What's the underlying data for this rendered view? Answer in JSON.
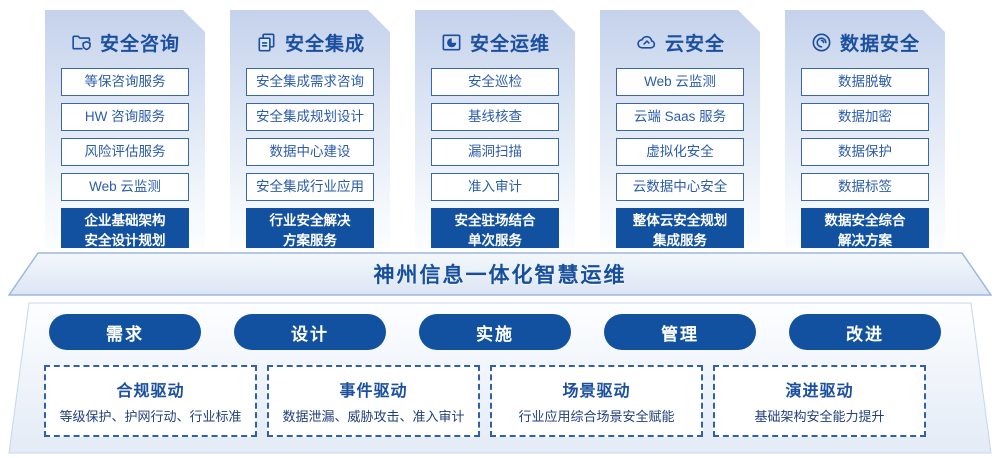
{
  "brand_colors": {
    "primary_blue": "#11519F",
    "title_blue": "#1B4FA0",
    "item_text_blue": "#2B5CAB",
    "card_gradient_top": "#C5D2EC"
  },
  "pillars": [
    {
      "title": "安全咨询",
      "icon": "folder-shield-icon",
      "items": [
        "等保咨询服务",
        "HW 咨询服务",
        "风险评估服务",
        "Web 云监测"
      ],
      "footer_lines": [
        "企业基础架构",
        "安全设计规划"
      ]
    },
    {
      "title": "安全集成",
      "icon": "document-copy-icon",
      "items": [
        "安全集成需求咨询",
        "安全集成规划设计",
        "数据中心建设",
        "安全集成行业应用"
      ],
      "footer_lines": [
        "行业安全解决",
        "方案服务"
      ]
    },
    {
      "title": "安全运维",
      "icon": "folder-chart-icon",
      "items": [
        "安全巡检",
        "基线核查",
        "漏洞扫描",
        "准入审计"
      ],
      "footer_lines": [
        "安全驻场结合",
        "单次服务"
      ]
    },
    {
      "title": "云安全",
      "icon": "cloud-icon",
      "items": [
        "Web 云监测",
        "云端 Saas 服务",
        "虚拟化安全",
        "云数据中心安全"
      ],
      "footer_lines": [
        "整体云安全规划",
        "集成服务"
      ]
    },
    {
      "title": "数据安全",
      "icon": "fingerprint-icon",
      "items": [
        "数据脱敏",
        "数据加密",
        "数据保护",
        "数据标签"
      ],
      "footer_lines": [
        "数据安全综合",
        "解决方案"
      ]
    }
  ],
  "platform_banner": {
    "title": "神州信息一体化智慧运维"
  },
  "process_phases": [
    "需求",
    "设计",
    "实施",
    "管理",
    "改进"
  ],
  "drivers": [
    {
      "title": "合规驱动",
      "desc": "等级保护、护网行动、行业标准"
    },
    {
      "title": "事件驱动",
      "desc": "数据泄漏、威胁攻击、准入审计"
    },
    {
      "title": "场景驱动",
      "desc": "行业应用综合场景安全赋能"
    },
    {
      "title": "演进驱动",
      "desc": "基础架构安全能力提升"
    }
  ]
}
